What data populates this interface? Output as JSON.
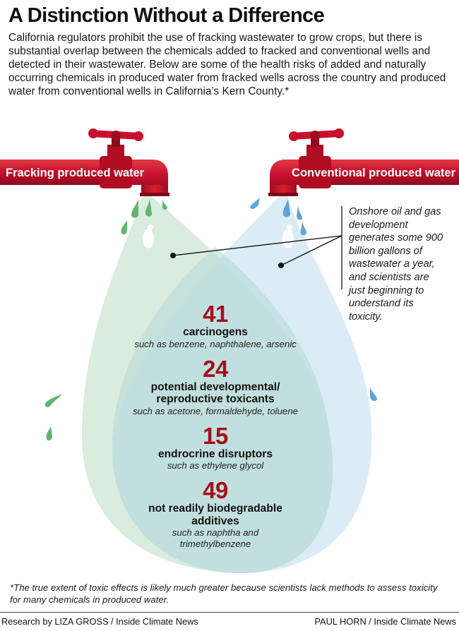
{
  "title": "A Distinction Without a Difference",
  "intro": "California regulators prohibit the use of fracking wastewater to grow crops, but there is substantial overlap between the chemicals added to fracked and conventional wells and detected in their wastewater. Below are some of the health risks of added and naturally occurring chemicals in produced water from fracked wells across the country and produced water from conventional wells in California’s Kern County.*",
  "pipes": {
    "left_label": "Fracking produced water",
    "right_label": "Conventional produced water"
  },
  "colors": {
    "pipe_red": "#c8102e",
    "stat_red": "#a4101c",
    "green_drop": "#d6ead9",
    "blue_drop": "#cfe5f3",
    "overlap": "#b9dcdc"
  },
  "note": "Onshore oil and gas development generates some 900 billion gallons of wastewater a year, and scientists are just beginning to understand its toxicity.",
  "stats": [
    {
      "number": "41",
      "label": "carcinogens",
      "examples": "such as benzene, naphthalene, arsenic"
    },
    {
      "number": "24",
      "label": "potential developmental/ reproductive toxicants",
      "examples": "such as acetone, formaldehyde, toluene"
    },
    {
      "number": "15",
      "label": "endrocrine disruptors",
      "examples": "such as ethylene glycol"
    },
    {
      "number": "49",
      "label": "not readily biodegradable additives",
      "examples": "such as naphtha and trimethylbenzene"
    }
  ],
  "footnote": "*The true extent of toxic effects is likely much greater because scientists lack methods to assess toxicity for many chemicals in produced water.",
  "credits": {
    "left": "Research by LIZA GROSS / Inside Climate News",
    "right": "PAUL HORN / Inside Climate News"
  }
}
